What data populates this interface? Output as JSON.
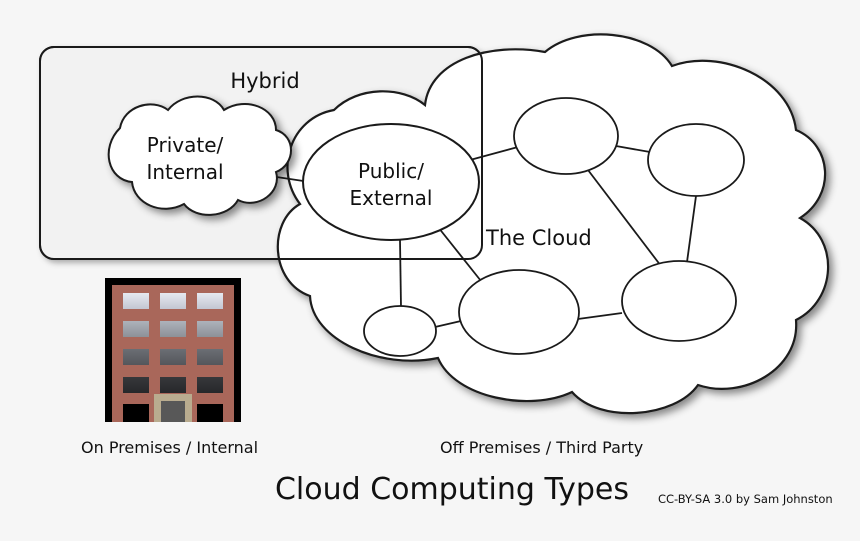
{
  "diagram": {
    "title": "Cloud Computing Types",
    "credit": "CC-BY-SA 3.0 by Sam Johnston",
    "zones": {
      "hybrid_label": "Hybrid",
      "cloud_label": "The Cloud"
    },
    "nodes": {
      "private_line1": "Private/",
      "private_line2": "Internal",
      "public_line1": "Public/",
      "public_line2": "External"
    },
    "captions": {
      "left": "On Premises / Internal",
      "right": "Off Premises / Third Party"
    },
    "colors": {
      "background": "#f6f6f6",
      "stroke": "#1a1a1a",
      "shape_fill": "#ffffff",
      "hybrid_fill": "#f2f2f2",
      "building_wall": "#a9675a",
      "building_frame": "#000000",
      "door_frame": "#b9ac8f",
      "door": "#585858",
      "window_row1": "#d7dae3",
      "window_row2": "#9ea3ab",
      "window_row3": "#61646a",
      "window_row4": "#2f3033",
      "window_row5": "#000000"
    },
    "building": {
      "window_rows": 5,
      "window_columns": 3
    }
  }
}
